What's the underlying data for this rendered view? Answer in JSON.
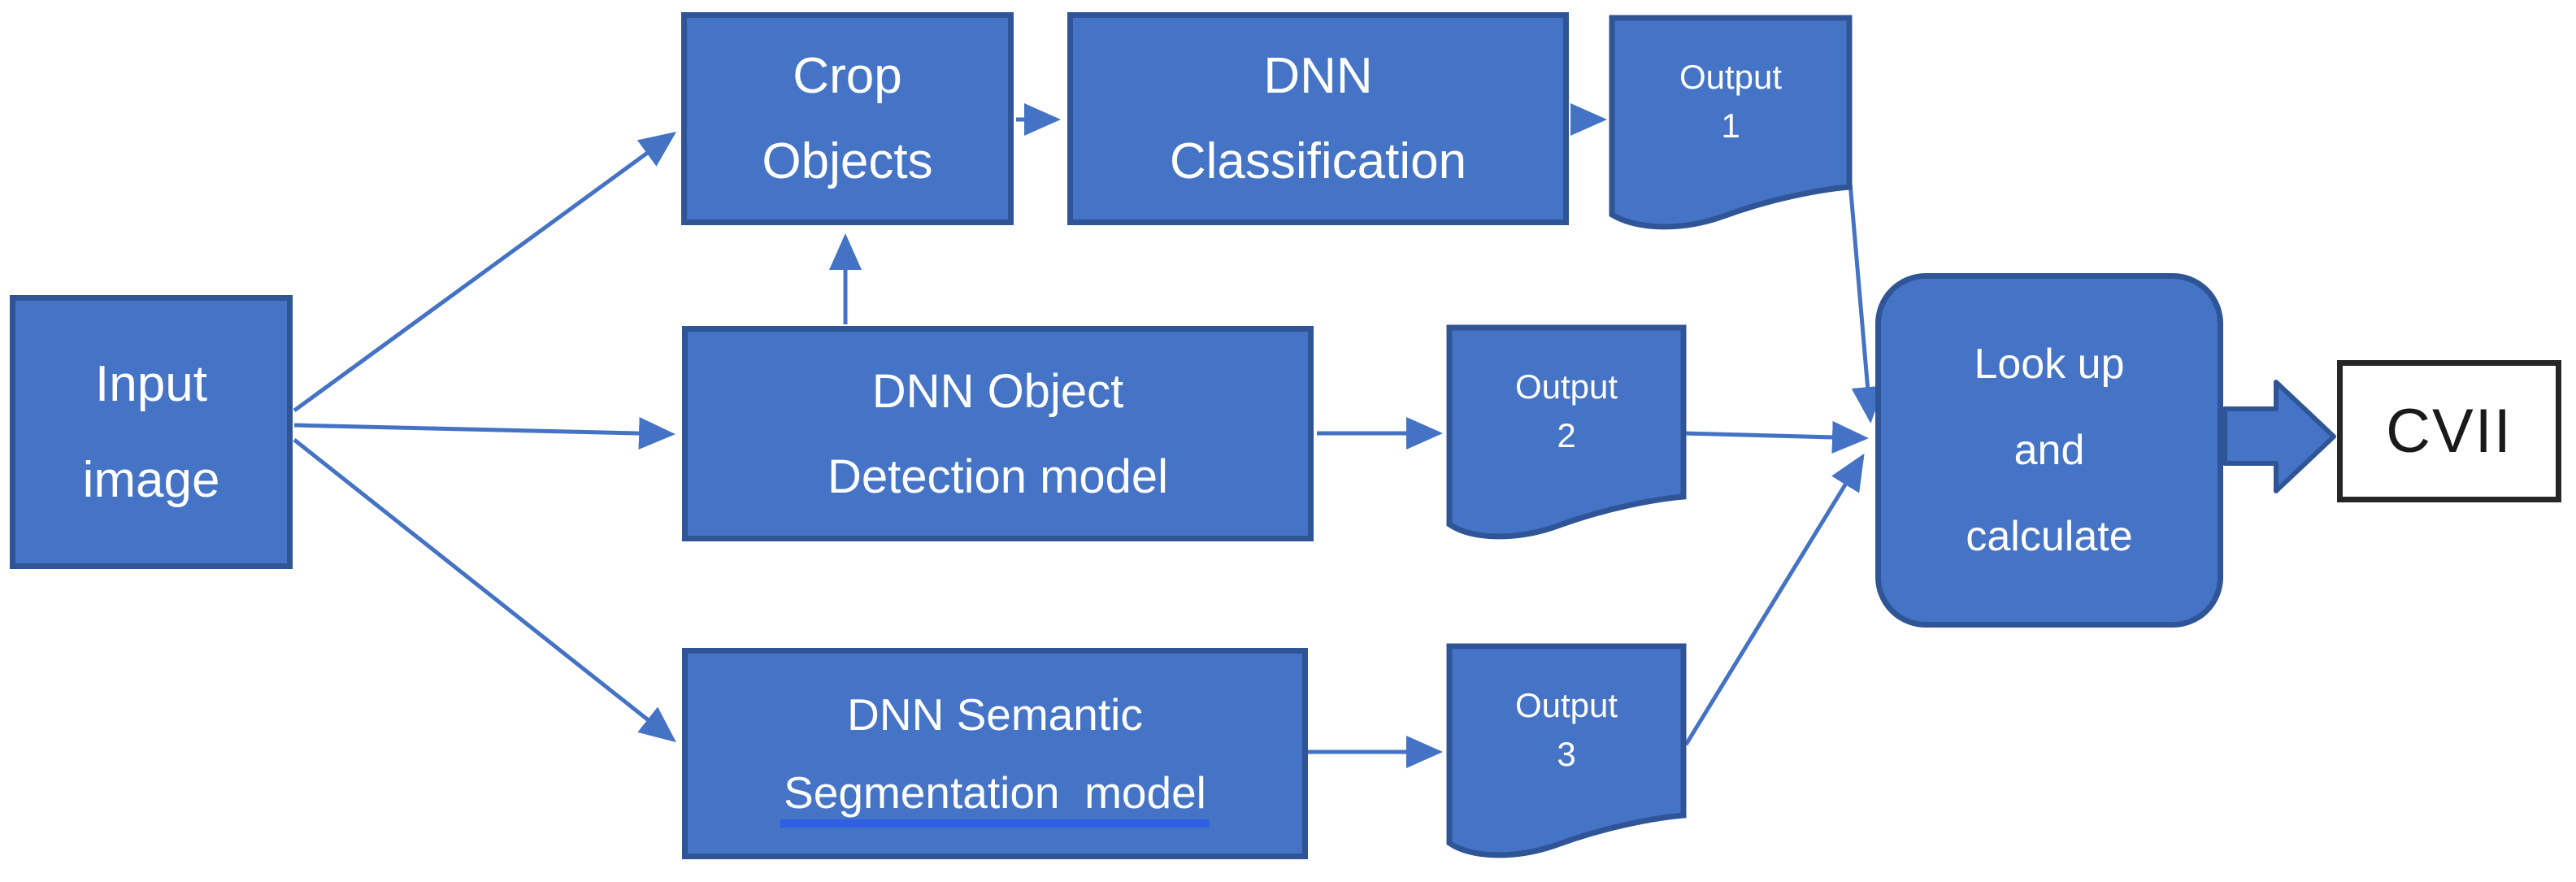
{
  "diagram": {
    "type": "flowchart",
    "background": "#ffffff",
    "colors": {
      "node_fill": "#4574C6",
      "node_border": "#2F5597",
      "connector": "#4472C4",
      "segmentation_underline": "#2F5FE3",
      "node_text": "#ffffff",
      "cvii_fill": "#ffffff",
      "cvii_border": "#262626",
      "cvii_text": "#1a1a1a"
    },
    "nodes": {
      "input": {
        "line1": "Input",
        "line2": "image",
        "shape": "rectangle"
      },
      "crop": {
        "line1": "Crop",
        "line2": "Objects",
        "shape": "rectangle"
      },
      "classification": {
        "line1": "DNN",
        "line2": "Classification",
        "shape": "rectangle"
      },
      "detection": {
        "line1": "DNN Object",
        "line2": "Detection model",
        "shape": "rectangle"
      },
      "segmentation": {
        "line1": "DNN Semantic",
        "line2": "Segmentation  model",
        "shape": "rectangle"
      },
      "output1": {
        "line1": "Output",
        "line2": "1",
        "shape": "document"
      },
      "output2": {
        "line1": "Output",
        "line2": "2",
        "shape": "document"
      },
      "output3": {
        "line1": "Output",
        "line2": "3",
        "shape": "document"
      },
      "lookup": {
        "line1": "Look up",
        "line2": "and",
        "line3": "calculate",
        "shape": "rounded-rectangle"
      },
      "cvii": {
        "label": "CVII",
        "shape": "rectangle"
      }
    },
    "edges": [
      {
        "from": "input",
        "to": "crop"
      },
      {
        "from": "input",
        "to": "detection"
      },
      {
        "from": "input",
        "to": "segmentation"
      },
      {
        "from": "crop",
        "to": "classification"
      },
      {
        "from": "classification",
        "to": "output1"
      },
      {
        "from": "detection",
        "to": "crop"
      },
      {
        "from": "detection",
        "to": "output2"
      },
      {
        "from": "segmentation",
        "to": "output3"
      },
      {
        "from": "output1",
        "to": "lookup"
      },
      {
        "from": "output2",
        "to": "lookup"
      },
      {
        "from": "output3",
        "to": "lookup"
      },
      {
        "from": "lookup",
        "to": "cvii"
      }
    ]
  }
}
